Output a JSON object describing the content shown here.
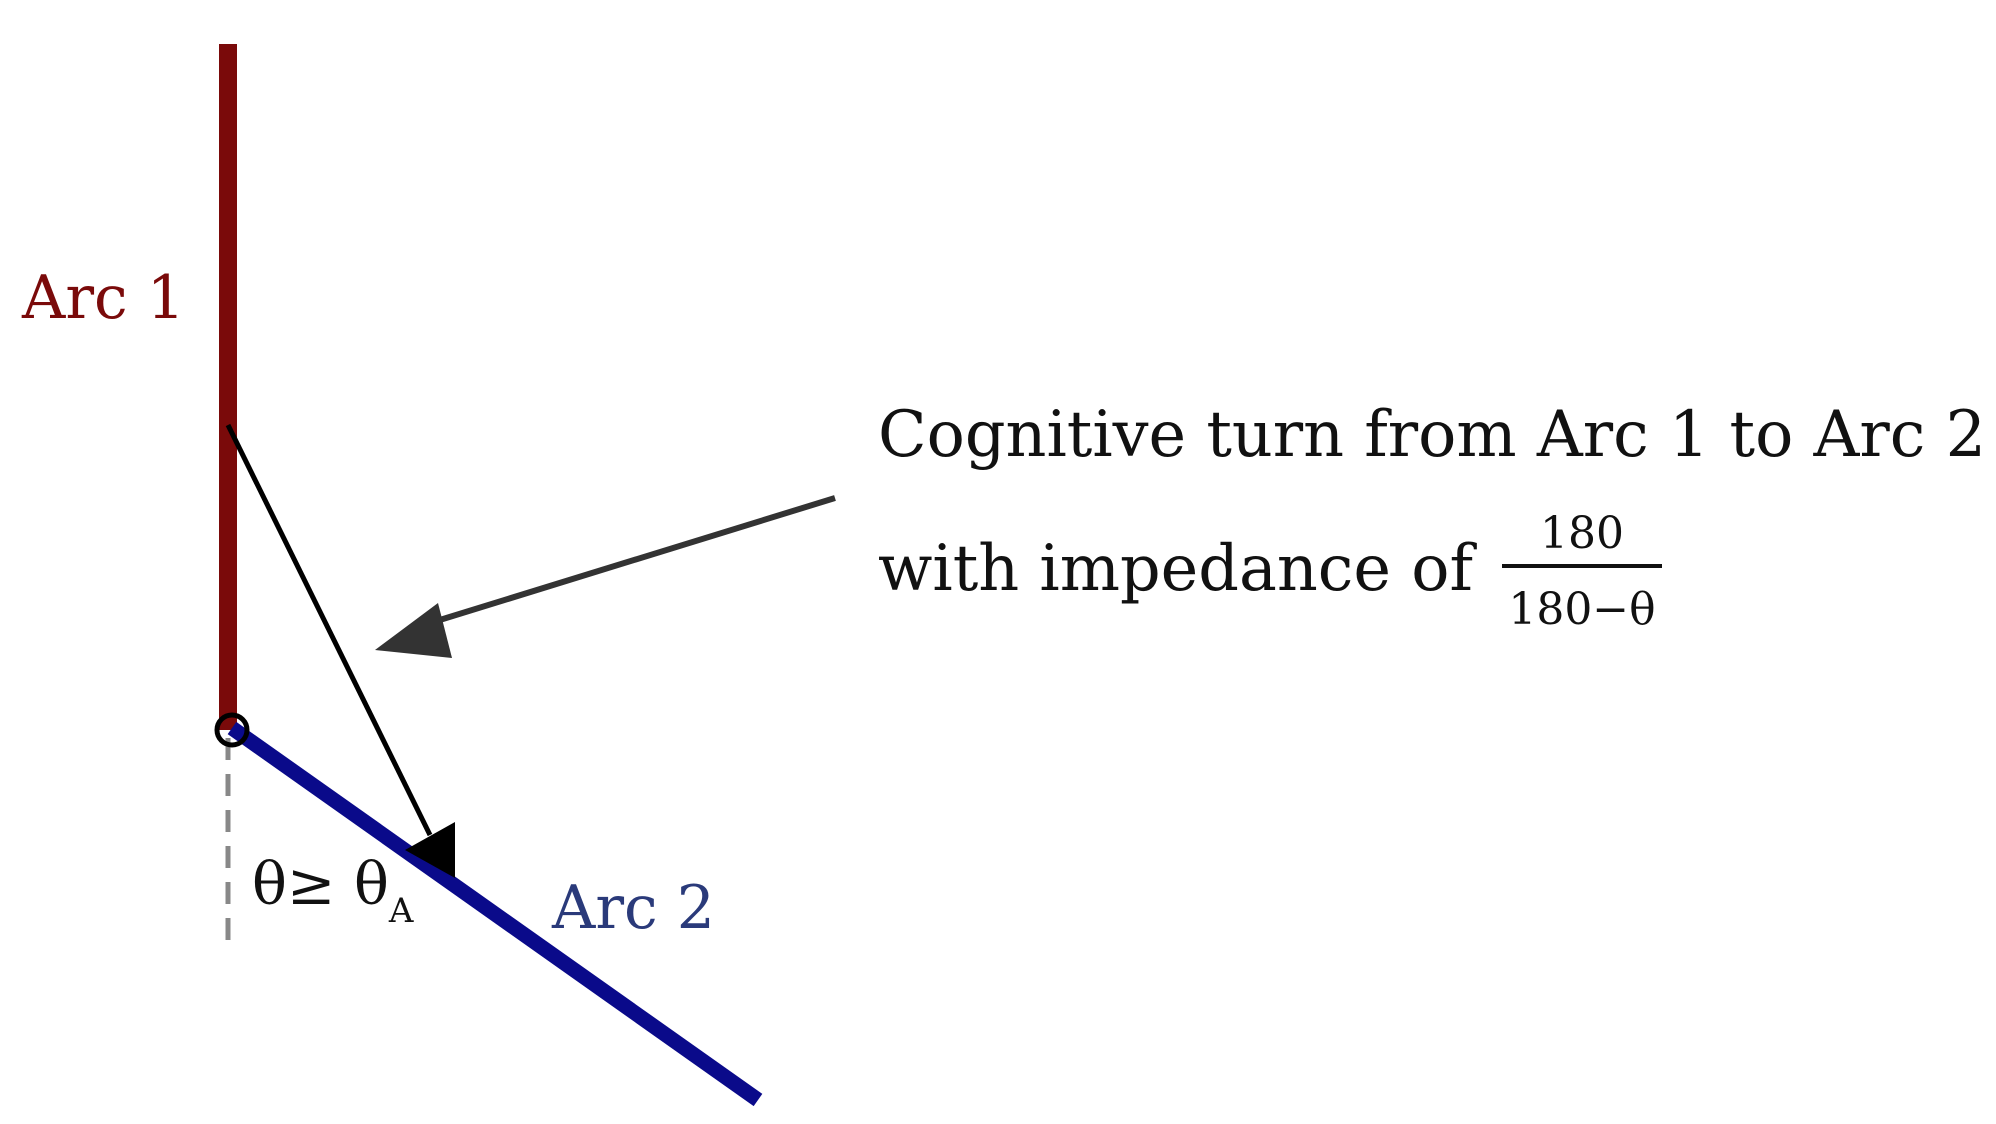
{
  "labels": {
    "arc1": "Arc 1",
    "arc2": "Arc 2",
    "caption_line1": "Cognitive turn from Arc 1 to Arc 2",
    "caption_line2": "with impedance of",
    "fraction_numerator": "180",
    "fraction_denominator": "180−θ",
    "angle_label": "θ≥ θ",
    "angle_subscript": "A"
  },
  "colors": {
    "arc1": "#7a0a0a",
    "arc2": "#0a0a8a",
    "arc2_label": "#2a3a7a",
    "arrow": "#333333",
    "turn_line": "#000000",
    "dashed": "#888888",
    "text": "#111111"
  }
}
